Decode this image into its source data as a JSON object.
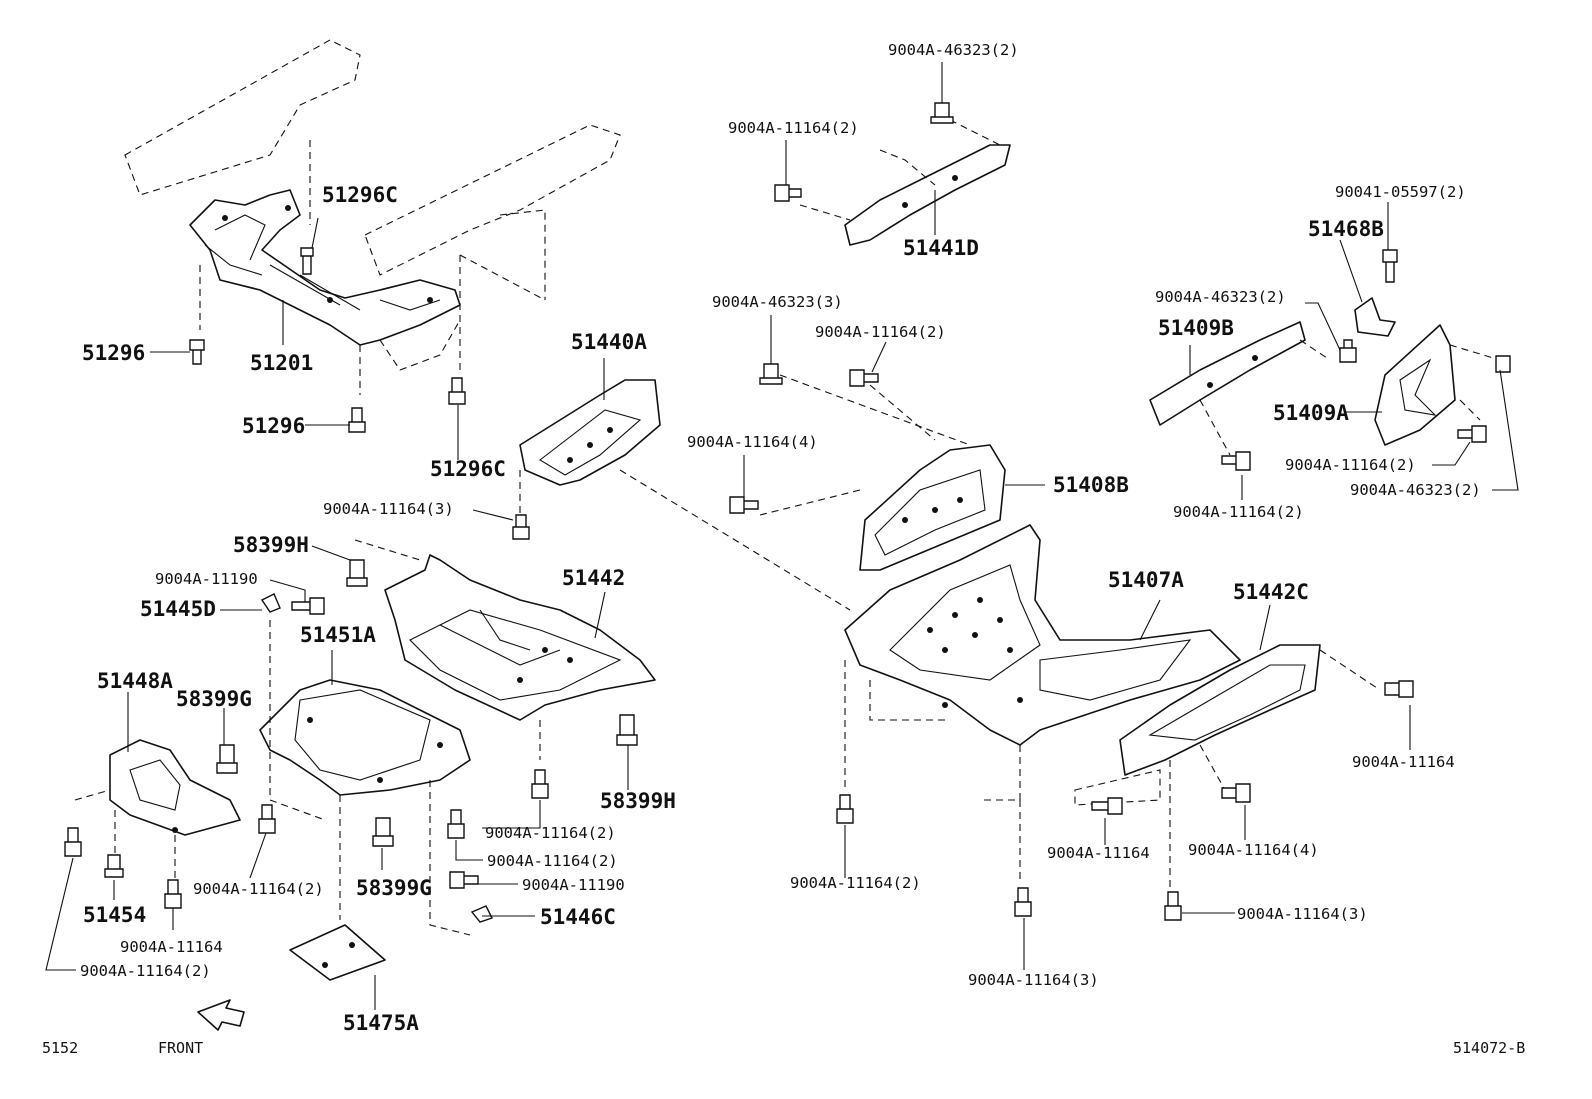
{
  "diagram": {
    "labels": {
      "p51296c_top": "51296C",
      "p51296_left": "51296",
      "p51201": "51201",
      "p51296_bottom": "51296",
      "p51296c_bottom": "51296C",
      "p51440a": "51440A",
      "b11164_3_left": "9004A-11164(3)",
      "p58399h_top": "58399H",
      "b11190_top": "9004A-11190",
      "p51445d": "51445D",
      "p51451a": "51451A",
      "p51442": "51442",
      "p51448a": "51448A",
      "p58399g_top": "58399G",
      "p58399h_bottom": "58399H",
      "b11164_2_mid": "9004A-11164(2)",
      "b11164_2_mid2": "9004A-11164(2)",
      "b11190_bottom": "9004A-11190",
      "b11164_2_left": "9004A-11164(2)",
      "p58399g_bottom": "58399G",
      "p51454": "51454",
      "b11164_single_left": "9004A-11164",
      "b11164_2_bottomleft": "9004A-11164(2)",
      "p51446c": "51446C",
      "p51475a": "51475A",
      "b46323_2_top": "9004A-46323(2)",
      "b11164_2_top": "9004A-11164(2)",
      "p51441d": "51441D",
      "b46323_3": "9004A-46323(3)",
      "b11164_2_center": "9004A-11164(2)",
      "b11164_4_center": "9004A-11164(4)",
      "p51408b": "51408B",
      "b90041_05597": "90041-05597(2)",
      "p51468b": "51468B",
      "b46323_2_right": "9004A-46323(2)",
      "p51409b": "51409B",
      "p51409a": "51409A",
      "b11164_2_right": "9004A-11164(2)",
      "b46323_2_right2": "9004A-46323(2)",
      "b11164_2_right3": "9004A-11164(2)",
      "p51407a": "51407A",
      "p51442c": "51442C",
      "b11164_single_right": "9004A-11164",
      "b11164_2_bottom": "9004A-11164(2)",
      "b11164_single_bottom": "9004A-11164",
      "b11164_4_bottom": "9004A-11164(4)",
      "b11164_3_bottomright": "9004A-11164(3)",
      "b11164_3_bottom": "9004A-11164(3)"
    },
    "footer": {
      "page_code": "5152",
      "front": "FRONT",
      "diagram_id": "514072-B"
    }
  }
}
